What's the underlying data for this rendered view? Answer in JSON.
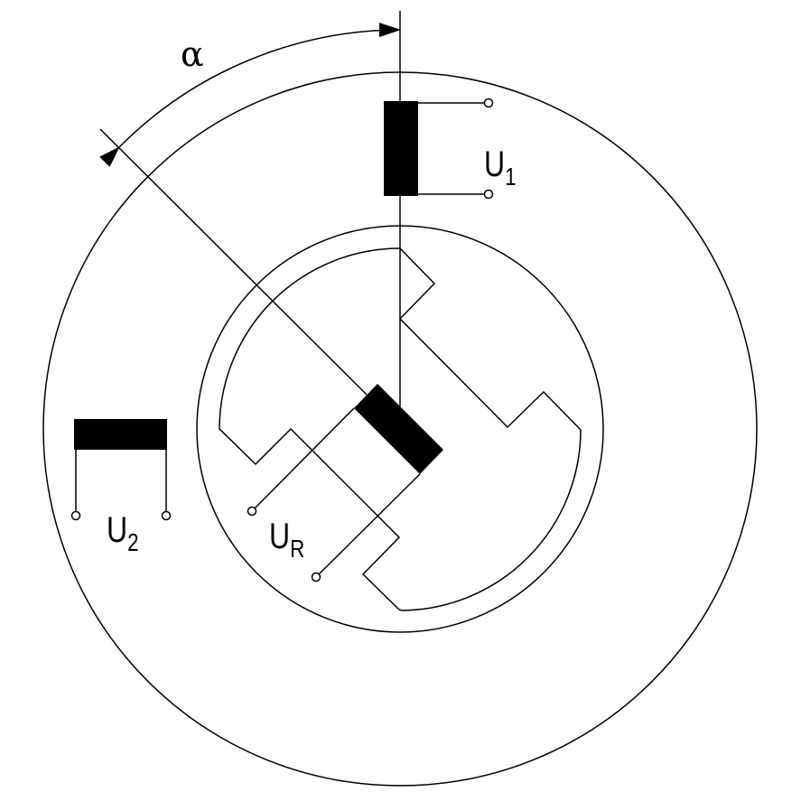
{
  "labels": {
    "alpha": "α",
    "u1_main": "U",
    "u1_sub": "1",
    "u2_main": "U",
    "u2_sub": "2",
    "ur_main": "U",
    "ur_sub": "R"
  },
  "colors": {
    "stroke": "#000000",
    "background": "#ffffff"
  }
}
